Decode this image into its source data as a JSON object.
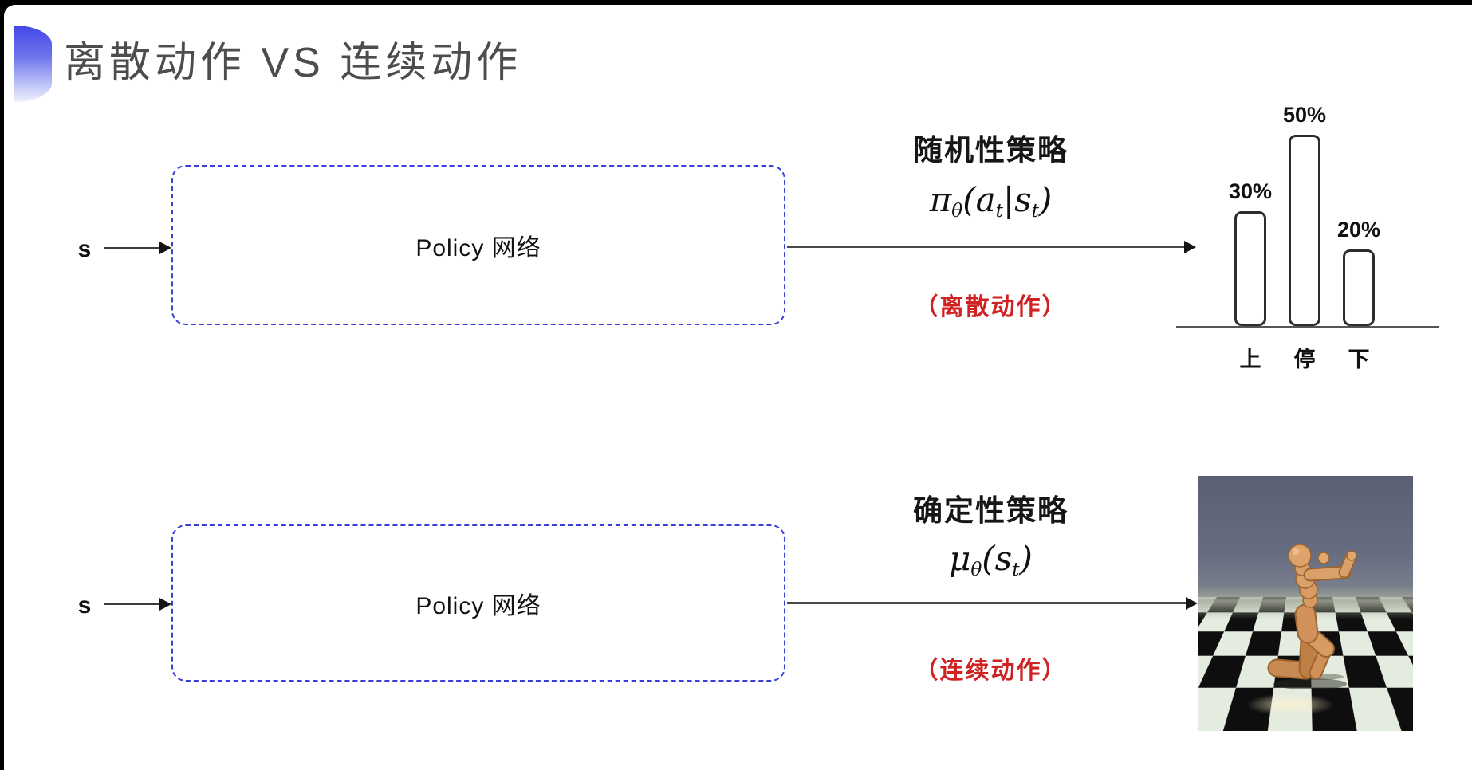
{
  "page": {
    "background": "#000000",
    "slide_background": "#ffffff"
  },
  "header": {
    "title": "离散动作 VS 连续动作",
    "title_color": "#4d4d4d",
    "bullet_color_top": "#4347e6",
    "bullet_color_bottom": "#eef0fd"
  },
  "top_flow": {
    "input_label": "s",
    "box_label": "Policy 网络",
    "policy_type_label": "随机性策略",
    "formula": {
      "sym": "π",
      "sub": "θ",
      "lp": "(",
      "arg1": "a",
      "arg1sub": "t",
      "sep": "|",
      "arg2": "s",
      "arg2sub": "t",
      "rp": ")"
    },
    "action_note": "（离散动作）",
    "action_note_color": "#d02222"
  },
  "bottom_flow": {
    "input_label": "s",
    "box_label": "Policy 网络",
    "policy_type_label": "确定性策略",
    "formula": {
      "sym": "μ",
      "sub": "θ",
      "lp": "(",
      "arg1": "s",
      "arg1sub": "t",
      "rp": ")"
    },
    "action_note": "（连续动作）",
    "action_note_color": "#d02222"
  },
  "chart_data": {
    "type": "bar",
    "title": "",
    "categories": [
      "上",
      "停",
      "下"
    ],
    "values": [
      30,
      50,
      20
    ],
    "value_labels": [
      "30%",
      "50%",
      "20%"
    ],
    "ylim": [
      0,
      100
    ],
    "grid": false,
    "legend": "none",
    "bar_fill": "#ffffff",
    "bar_outline": "#2d2d2d"
  },
  "simulation_image": {
    "description": "humanoid robot running on checkerboard floor",
    "sky_color": "#6b7183",
    "tile_light": "#e4ebdf",
    "tile_dark": "#0e0e0e",
    "body_color": "#d79b63"
  },
  "colors": {
    "box_dash": "#3a3ed8",
    "arrow": "#3c3c3c",
    "text": "#161616"
  }
}
